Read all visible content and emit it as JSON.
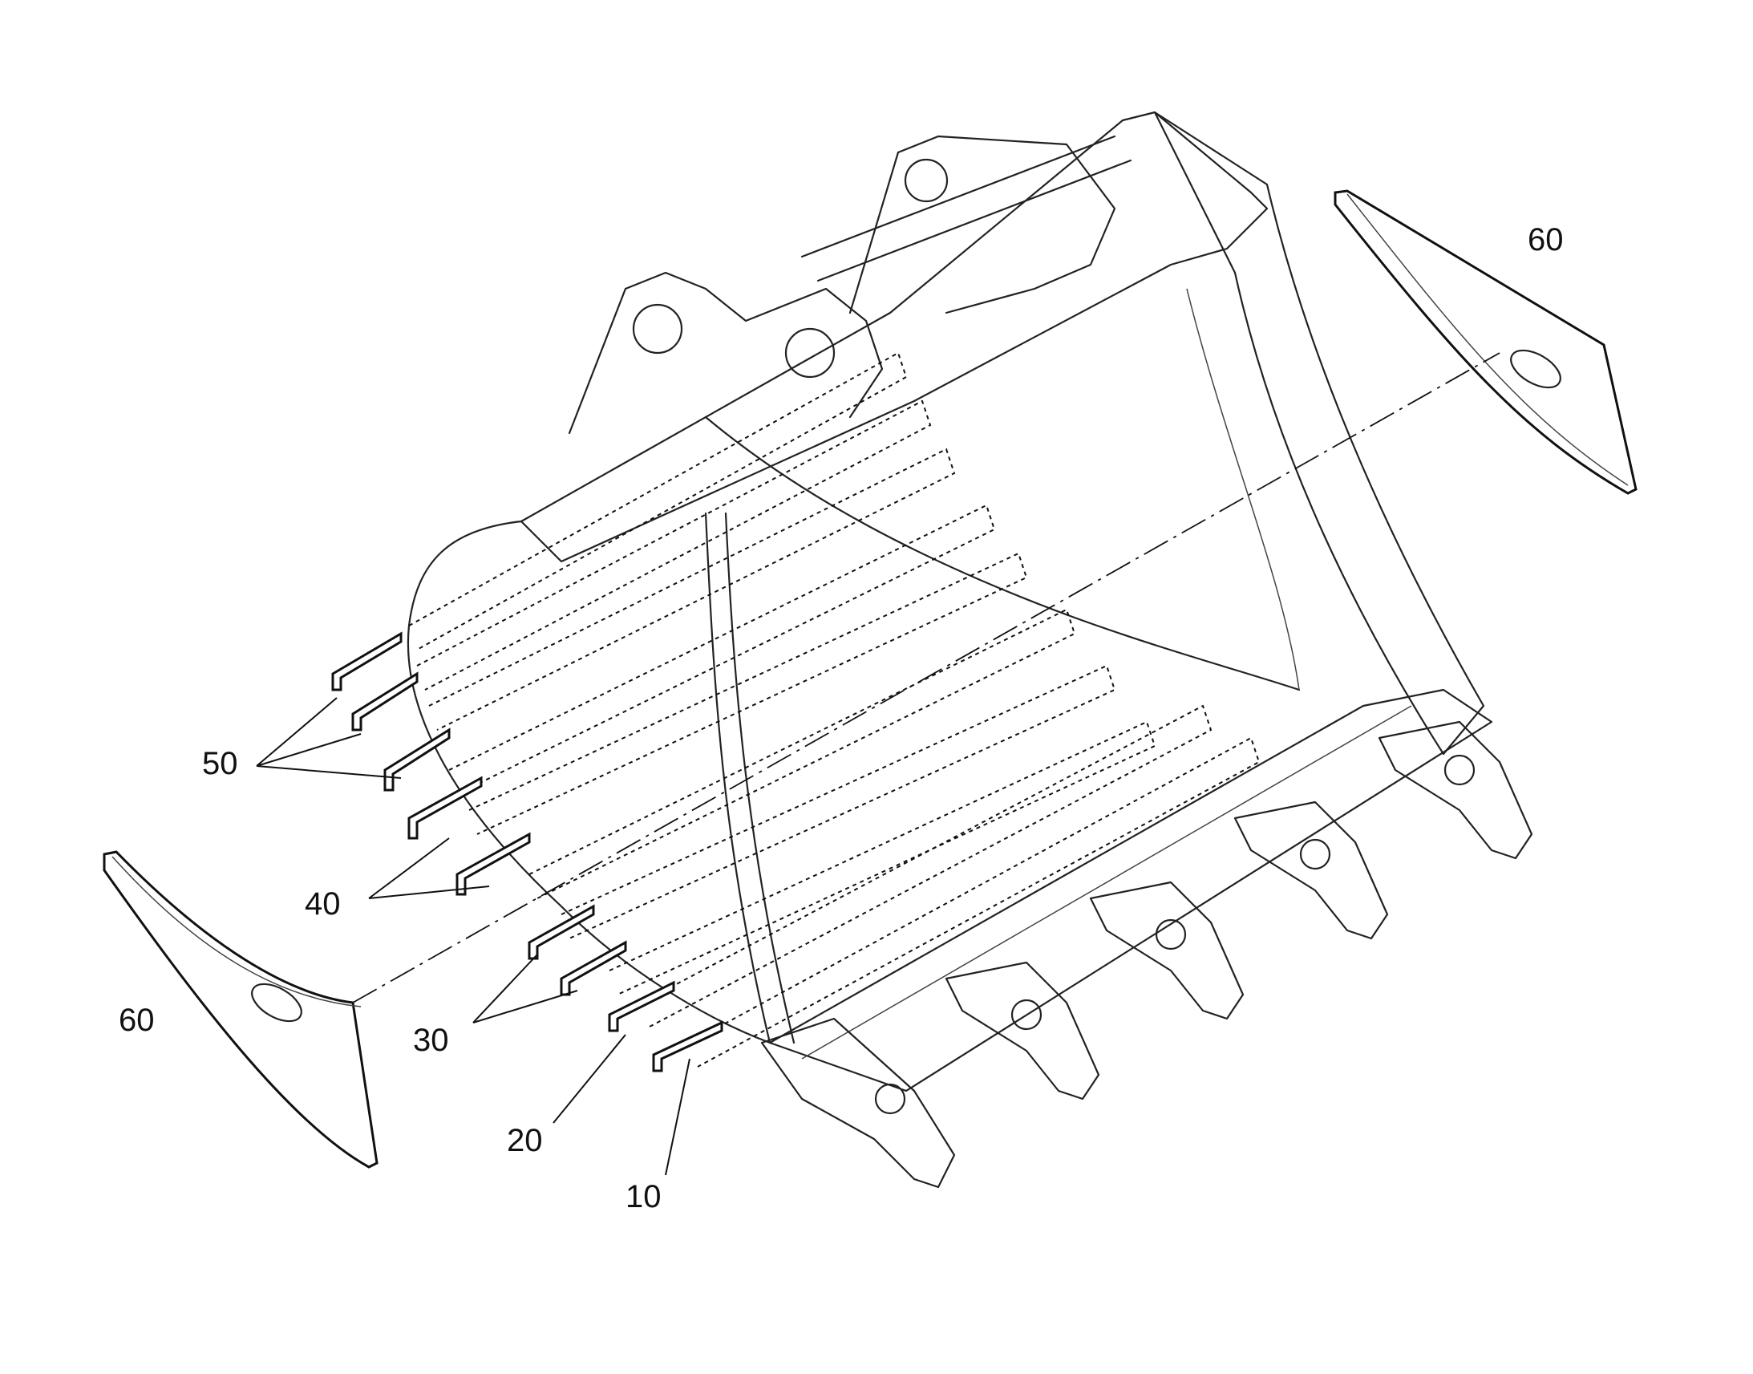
{
  "labels": {
    "ref_10": "10",
    "ref_20": "20",
    "ref_30": "30",
    "ref_40": "40",
    "ref_50": "50",
    "ref_60_left": "60",
    "ref_60_right": "60"
  },
  "colors": {
    "line": "#111111",
    "background": "#ffffff"
  }
}
